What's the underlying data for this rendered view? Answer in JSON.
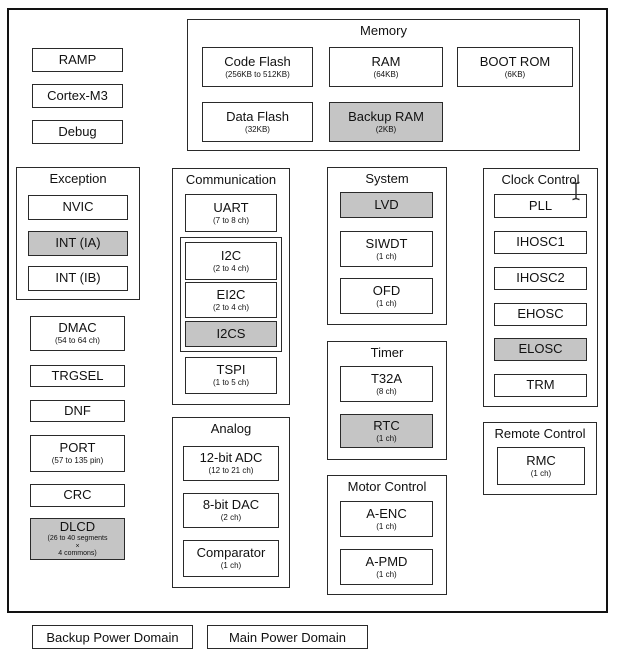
{
  "diagram": {
    "cpu": {
      "ramp": {
        "label": "RAMP"
      },
      "cortex": {
        "label": "Cortex-M3"
      },
      "debug": {
        "label": "Debug"
      }
    },
    "memory": {
      "title": "Memory",
      "code_flash": {
        "label": "Code Flash",
        "sub": "(256KB to 512KB)"
      },
      "ram": {
        "label": "RAM",
        "sub": "(64KB)"
      },
      "boot_rom": {
        "label": "BOOT ROM",
        "sub": "(6KB)"
      },
      "data_flash": {
        "label": "Data Flash",
        "sub": "(32KB)"
      },
      "backup_ram": {
        "label": "Backup RAM",
        "sub": "(2KB)"
      }
    },
    "exception": {
      "title": "Exception",
      "nvic": {
        "label": "NVIC"
      },
      "int_ia": {
        "label": "INT (IA)"
      },
      "int_ib": {
        "label": "INT (IB)"
      }
    },
    "left": {
      "dmac": {
        "label": "DMAC",
        "sub": "(54 to 64 ch)"
      },
      "trgsel": {
        "label": "TRGSEL"
      },
      "dnf": {
        "label": "DNF"
      },
      "port": {
        "label": "PORT",
        "sub": "(57 to 135 pin)"
      },
      "crc": {
        "label": "CRC"
      },
      "dlcd": {
        "label": "DLCD",
        "sub1": "(26 to 40 segments",
        "sub2": "×",
        "sub3": "4 commons)"
      }
    },
    "communication": {
      "title": "Communication",
      "uart": {
        "label": "UART",
        "sub": "(7 to 8 ch)"
      },
      "i2c": {
        "label": "I2C",
        "sub": "(2 to 4 ch)"
      },
      "ei2c": {
        "label": "EI2C",
        "sub": "(2 to 4 ch)"
      },
      "i2cs": {
        "label": "I2CS"
      },
      "tspi": {
        "label": "TSPI",
        "sub": "(1 to 5 ch)"
      }
    },
    "analog": {
      "title": "Analog",
      "adc": {
        "label": "12-bit ADC",
        "sub": "(12 to 21 ch)"
      },
      "dac": {
        "label": "8-bit DAC",
        "sub": "(2 ch)"
      },
      "comparator": {
        "label": "Comparator",
        "sub": "(1 ch)"
      }
    },
    "system": {
      "title": "System",
      "lvd": {
        "label": "LVD"
      },
      "siwdt": {
        "label": "SIWDT",
        "sub": "(1 ch)"
      },
      "ofd": {
        "label": "OFD",
        "sub": "(1 ch)"
      }
    },
    "timer": {
      "title": "Timer",
      "t32a": {
        "label": "T32A",
        "sub": "(8 ch)"
      },
      "rtc": {
        "label": "RTC",
        "sub": "(1 ch)"
      }
    },
    "motor": {
      "title": "Motor Control",
      "a_enc": {
        "label": "A-ENC",
        "sub": "(1 ch)"
      },
      "a_pmd": {
        "label": "A-PMD",
        "sub": "(1 ch)"
      }
    },
    "clock": {
      "title": "Clock Control",
      "pll": {
        "label": "PLL"
      },
      "ihosc1": {
        "label": "IHOSC1"
      },
      "ihosc2": {
        "label": "IHOSC2"
      },
      "ehosc": {
        "label": "EHOSC"
      },
      "elosc": {
        "label": "ELOSC"
      },
      "trm": {
        "label": "TRM"
      }
    },
    "remote": {
      "title": "Remote Control",
      "rmc": {
        "label": "RMC",
        "sub": "(1 ch)"
      }
    },
    "legend": {
      "backup": "Backup Power Domain",
      "main": "Main Power Domain"
    },
    "colors": {
      "backup_domain_fill": "#c5c5c5",
      "main_domain_fill": "#ffffff",
      "border": "#2a2a2a"
    }
  }
}
